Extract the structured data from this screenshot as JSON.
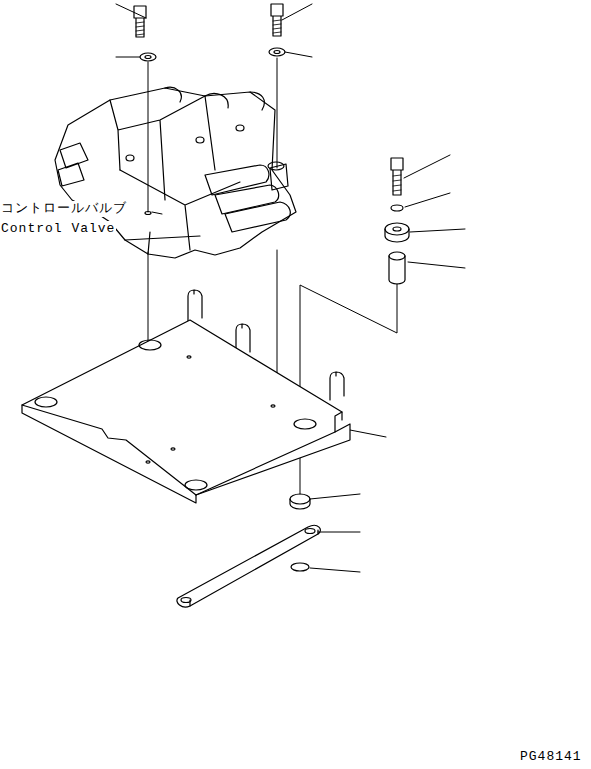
{
  "diagram": {
    "labels": [
      "コントロールバルブ",
      "Control Valve",
      "PG48141"
    ]
  }
}
